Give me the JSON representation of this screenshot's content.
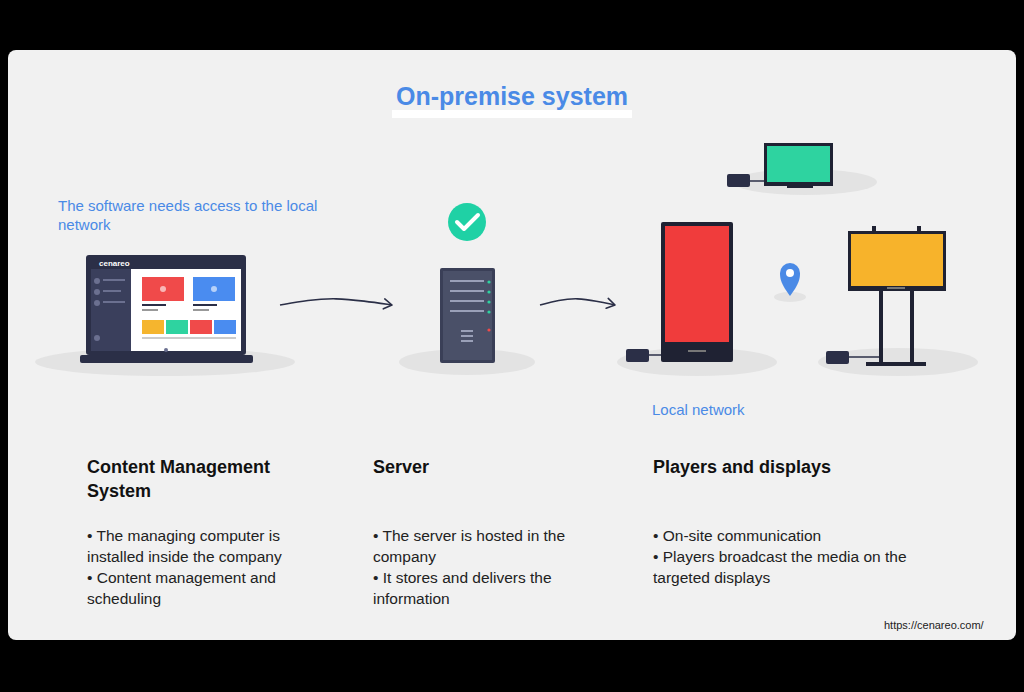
{
  "diagram": {
    "title": "On-premise system",
    "nodes": [
      {
        "text": [
          "Content Management System",
          "• The managing computer is installed inside the company",
          "• Content management and scheduling"
        ]
      },
      {
        "text": [
          "Server",
          "• The server is hosted in the company",
          "• It stores and delivers the information"
        ]
      },
      {
        "text": [
          "Players and displays",
          "• On-site communication",
          "• Players broadcast the media on the targeted displays"
        ]
      }
    ],
    "edges": [
      {
        "from": 0,
        "to": 1,
        "arrow": "to"
      },
      {
        "from": 1,
        "to": 2,
        "arrow": "to"
      }
    ],
    "labels": [
      "The software needs access to the local network",
      "Local network",
      "cenareo",
      "https://cenareo.com/"
    ]
  }
}
